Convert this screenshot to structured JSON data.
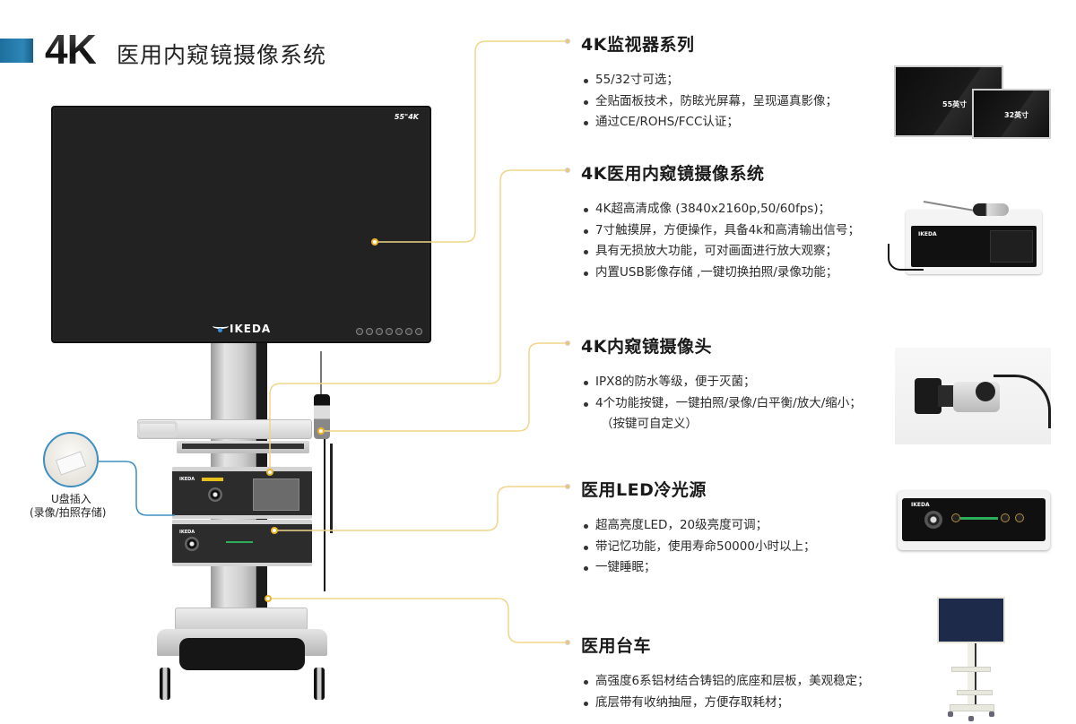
{
  "header": {
    "title_prefix": "4K",
    "title": "医用内窥镜摄像系统",
    "accent_color": "#2d86b7"
  },
  "connector_color": "#f0d68a",
  "main_image": {
    "monitor_badge": "55\"4K",
    "brand_logo": "IKEDA",
    "monitor_button_count": 7,
    "usb_callout": {
      "line1": "U盘插入",
      "line2": "(录像/拍照存储)",
      "line_color": "#3d8fc1"
    }
  },
  "sections": [
    {
      "title": "4K监视器系列",
      "bullets": [
        "55/32寸可选；",
        "全贴面板技术，防眩光屏幕，呈现逼真影像；",
        "通过CE/ROHS/FCC认证；"
      ],
      "thumbnail": {
        "alt": "monitors",
        "labels": [
          "55英寸",
          "32英寸"
        ]
      }
    },
    {
      "title": "4K医用内窥镜摄像系统",
      "bullets": [
        "4K超高清成像 (3840x2160p,50/60fps)；",
        "7寸触摸屏，方便操作，具备4k和高清输出信号；",
        "具有无损放大功能，可对画面进行放大观察；",
        "内置USB影像存储 ,一键切换拍照/录像功能；"
      ],
      "thumbnail": {
        "alt": "camera-control-unit",
        "logo": "IKEDA"
      }
    },
    {
      "title": "4K内窥镜摄像头",
      "bullets": [
        "IPX8的防水等级，便于灭菌；",
        "4个功能按键，一键拍照/录像/白平衡/放大/缩小；"
      ],
      "continuation": "（按键可自定义）",
      "thumbnail": {
        "alt": "camera-head"
      }
    },
    {
      "title": "医用LED冷光源",
      "bullets": [
        "超高亮度LED，20级亮度可调；",
        "带记忆功能，使用寿命50000小时以上；",
        "一键睡眠；"
      ],
      "thumbnail": {
        "alt": "led-light-source",
        "logo": "IKEDA"
      }
    },
    {
      "title": "医用台车",
      "bullets": [
        "高强度6系铝材结合铸铝的底座和层板，美观稳定；",
        "底层带有收纳抽屉，方便存取耗材；"
      ],
      "thumbnail": {
        "alt": "medical-cart"
      }
    }
  ]
}
